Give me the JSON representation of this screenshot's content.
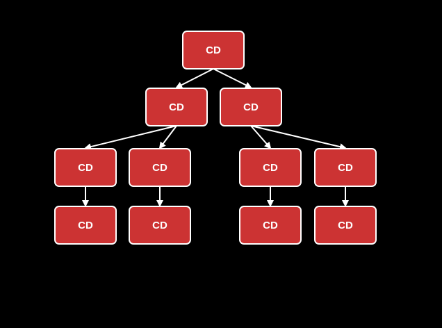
{
  "diagram": {
    "type": "tree",
    "node_color": "#cc3333",
    "border_color": "#ffffff",
    "background": "#000000",
    "nodes": [
      {
        "id": "root",
        "label": "CD"
      },
      {
        "id": "l1-left",
        "label": "CD"
      },
      {
        "id": "l1-right",
        "label": "CD"
      },
      {
        "id": "l2-a",
        "label": "CD"
      },
      {
        "id": "l2-b",
        "label": "CD"
      },
      {
        "id": "l2-c",
        "label": "CD"
      },
      {
        "id": "l2-d",
        "label": "CD"
      },
      {
        "id": "l3-a",
        "label": "CD"
      },
      {
        "id": "l3-b",
        "label": "CD"
      },
      {
        "id": "l3-c",
        "label": "CD"
      },
      {
        "id": "l3-d",
        "label": "CD"
      }
    ],
    "edges": [
      {
        "from": "root",
        "to": "l1-left"
      },
      {
        "from": "root",
        "to": "l1-right"
      },
      {
        "from": "l1-left",
        "to": "l2-a"
      },
      {
        "from": "l1-left",
        "to": "l2-b"
      },
      {
        "from": "l1-right",
        "to": "l2-c"
      },
      {
        "from": "l1-right",
        "to": "l2-d"
      },
      {
        "from": "l2-a",
        "to": "l3-a"
      },
      {
        "from": "l2-b",
        "to": "l3-b"
      },
      {
        "from": "l2-c",
        "to": "l3-c"
      },
      {
        "from": "l2-d",
        "to": "l3-d"
      }
    ]
  }
}
